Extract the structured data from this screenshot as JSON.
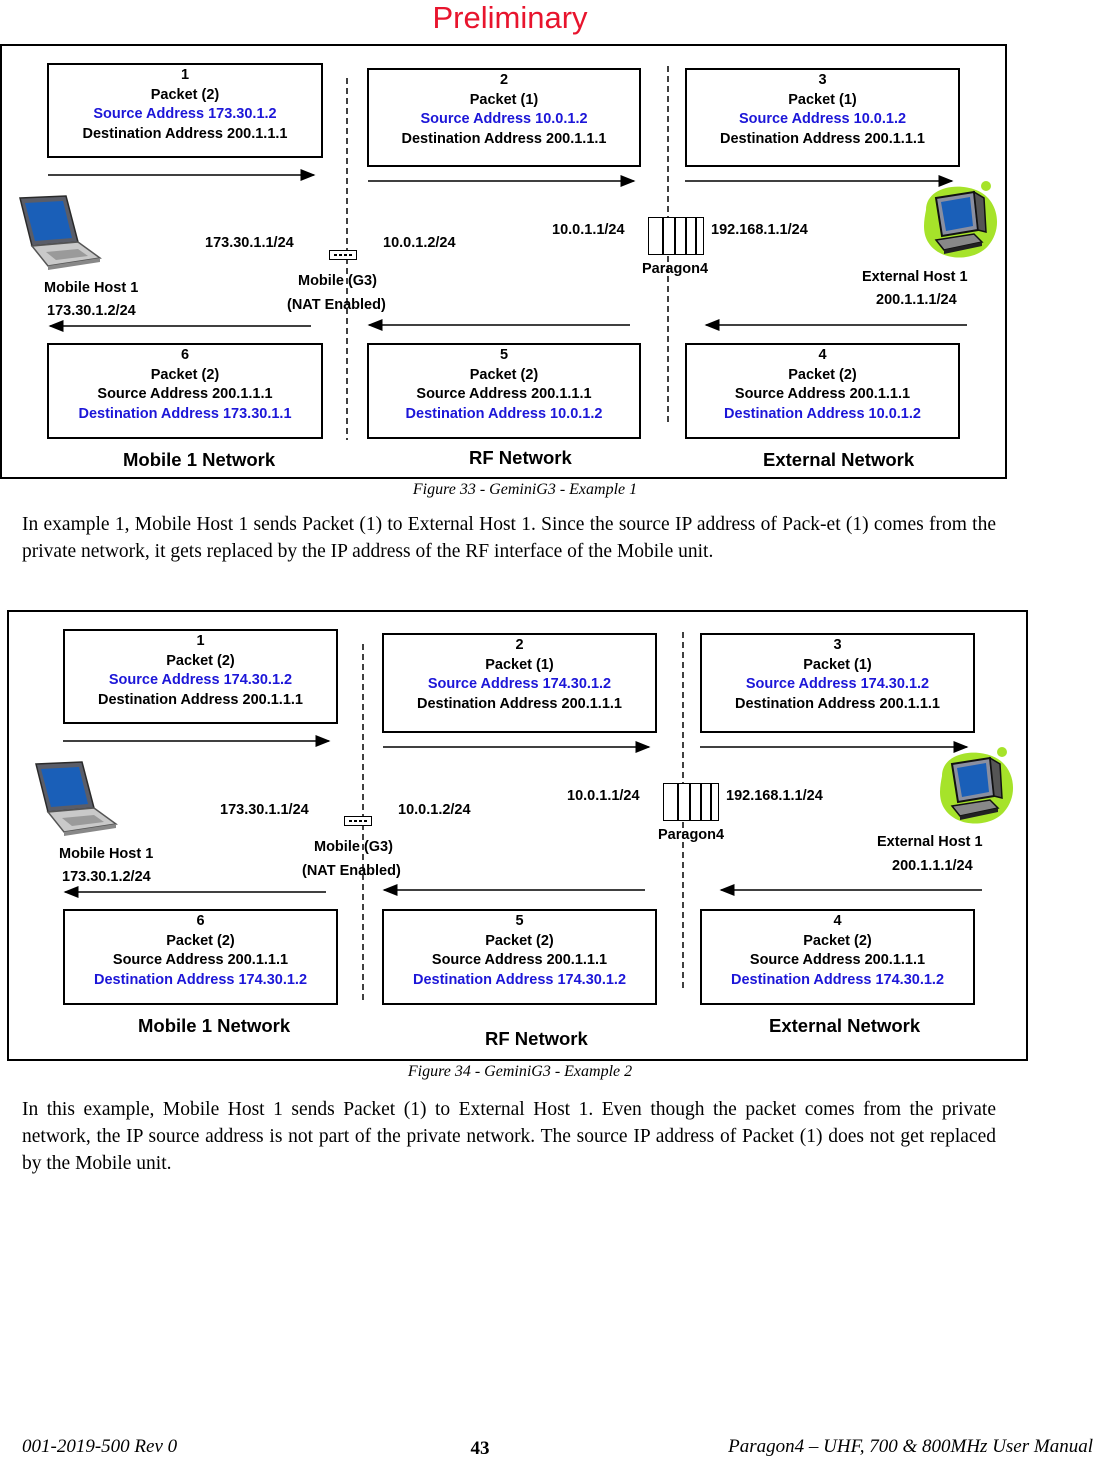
{
  "watermark": "Preliminary",
  "figure1": {
    "caption": "Figure 33 - GeminiG3 - Example 1",
    "boxes": [
      {
        "num": "1",
        "packet": "Packet (2)",
        "source": "Source Address 173.30.1.2",
        "dest": "Destination Address 200.1.1.1"
      },
      {
        "num": "2",
        "packet": "Packet (1)",
        "source": "Source Address 10.0.1.2",
        "dest": "Destination Address 200.1.1.1"
      },
      {
        "num": "3",
        "packet": "Packet (1)",
        "source": "Source Address 10.0.1.2",
        "dest": "Destination Address 200.1.1.1"
      },
      {
        "num": "4",
        "packet": "Packet (2)",
        "source": "Source Address 200.1.1.1",
        "dest": "Destination Address 10.0.1.2"
      },
      {
        "num": "5",
        "packet": "Packet (2)",
        "source": "Source Address 200.1.1.1",
        "dest": "Destination Address 10.0.1.2"
      },
      {
        "num": "6",
        "packet": "Packet (2)",
        "source": "Source Address 200.1.1.1",
        "dest": "Destination Address 173.30.1.1"
      }
    ],
    "labels": {
      "mobile_lan_ip": "173.30.1.1/24",
      "mobile_rf_ip": "10.0.1.2/24",
      "paragon_rf_ip": "10.0.1.1/24",
      "paragon_ext_ip": "192.168.1.1/24",
      "mobile_name": "Mobile (G3)",
      "mobile_nat": "(NAT Enabled)",
      "paragon": "Paragon4",
      "mobile_host": "Mobile Host 1",
      "mobile_host_ip": "173.30.1.2/24",
      "external_host": "External Host 1",
      "external_host_ip": "200.1.1.1/24"
    },
    "networks": {
      "mobile": "Mobile 1 Network",
      "rf": "RF Network",
      "external": "External Network"
    }
  },
  "paragraph1": "In example 1, Mobile Host 1 sends Packet (1) to External Host 1.  Since the source IP address of Pack-et (1) comes from the private network, it gets replaced by the IP address of the RF interface of the Mobile unit.",
  "figure2": {
    "caption": "Figure 34 - GeminiG3 - Example 2",
    "boxes": [
      {
        "num": "1",
        "packet": "Packet (2)",
        "source": "Source Address 174.30.1.2",
        "dest": "Destination Address 200.1.1.1"
      },
      {
        "num": "2",
        "packet": "Packet (1)",
        "source": "Source Address 174.30.1.2",
        "dest": "Destination Address 200.1.1.1"
      },
      {
        "num": "3",
        "packet": "Packet (1)",
        "source": "Source Address 174.30.1.2",
        "dest": "Destination Address 200.1.1.1"
      },
      {
        "num": "4",
        "packet": "Packet (2)",
        "source": "Source Address 200.1.1.1",
        "dest": "Destination Address 174.30.1.2"
      },
      {
        "num": "5",
        "packet": "Packet (2)",
        "source": "Source Address 200.1.1.1",
        "dest": "Destination Address 174.30.1.2"
      },
      {
        "num": "6",
        "packet": "Packet (2)",
        "source": "Source Address 200.1.1.1",
        "dest": "Destination Address 174.30.1.2"
      }
    ],
    "labels": {
      "mobile_lan_ip": "173.30.1.1/24",
      "mobile_rf_ip": "10.0.1.2/24",
      "paragon_rf_ip": "10.0.1.1/24",
      "paragon_ext_ip": "192.168.1.1/24",
      "mobile_name": "Mobile (G3)",
      "mobile_nat": "(NAT Enabled)",
      "paragon": "Paragon4",
      "mobile_host": "Mobile Host 1",
      "mobile_host_ip": "173.30.1.2/24",
      "external_host": "External Host 1",
      "external_host_ip": "200.1.1.1/24"
    },
    "networks": {
      "mobile": "Mobile 1 Network",
      "rf": "RF Network",
      "external": "External Network"
    }
  },
  "paragraph2": "In this example, Mobile Host 1 sends Packet (1) to External Host 1.  Even though the packet comes from the private network, the IP source address is not part of the private network. The source IP address of Packet (1) does not get replaced by the Mobile unit.",
  "footer": {
    "left": "001-2019-500 Rev 0",
    "page": "43",
    "right": "Paragon4 – UHF, 700  & 800MHz User Manual"
  },
  "colors": {
    "highlight_blue": "#1c16d8",
    "watermark_red": "#e8142d",
    "host_green": "#a6e32a"
  },
  "icons": {
    "mobile_host": "laptop-icon",
    "external_host": "desktop-computer-icon",
    "mobile_unit": "router-icon",
    "paragon": "base-station-rack-icon"
  }
}
